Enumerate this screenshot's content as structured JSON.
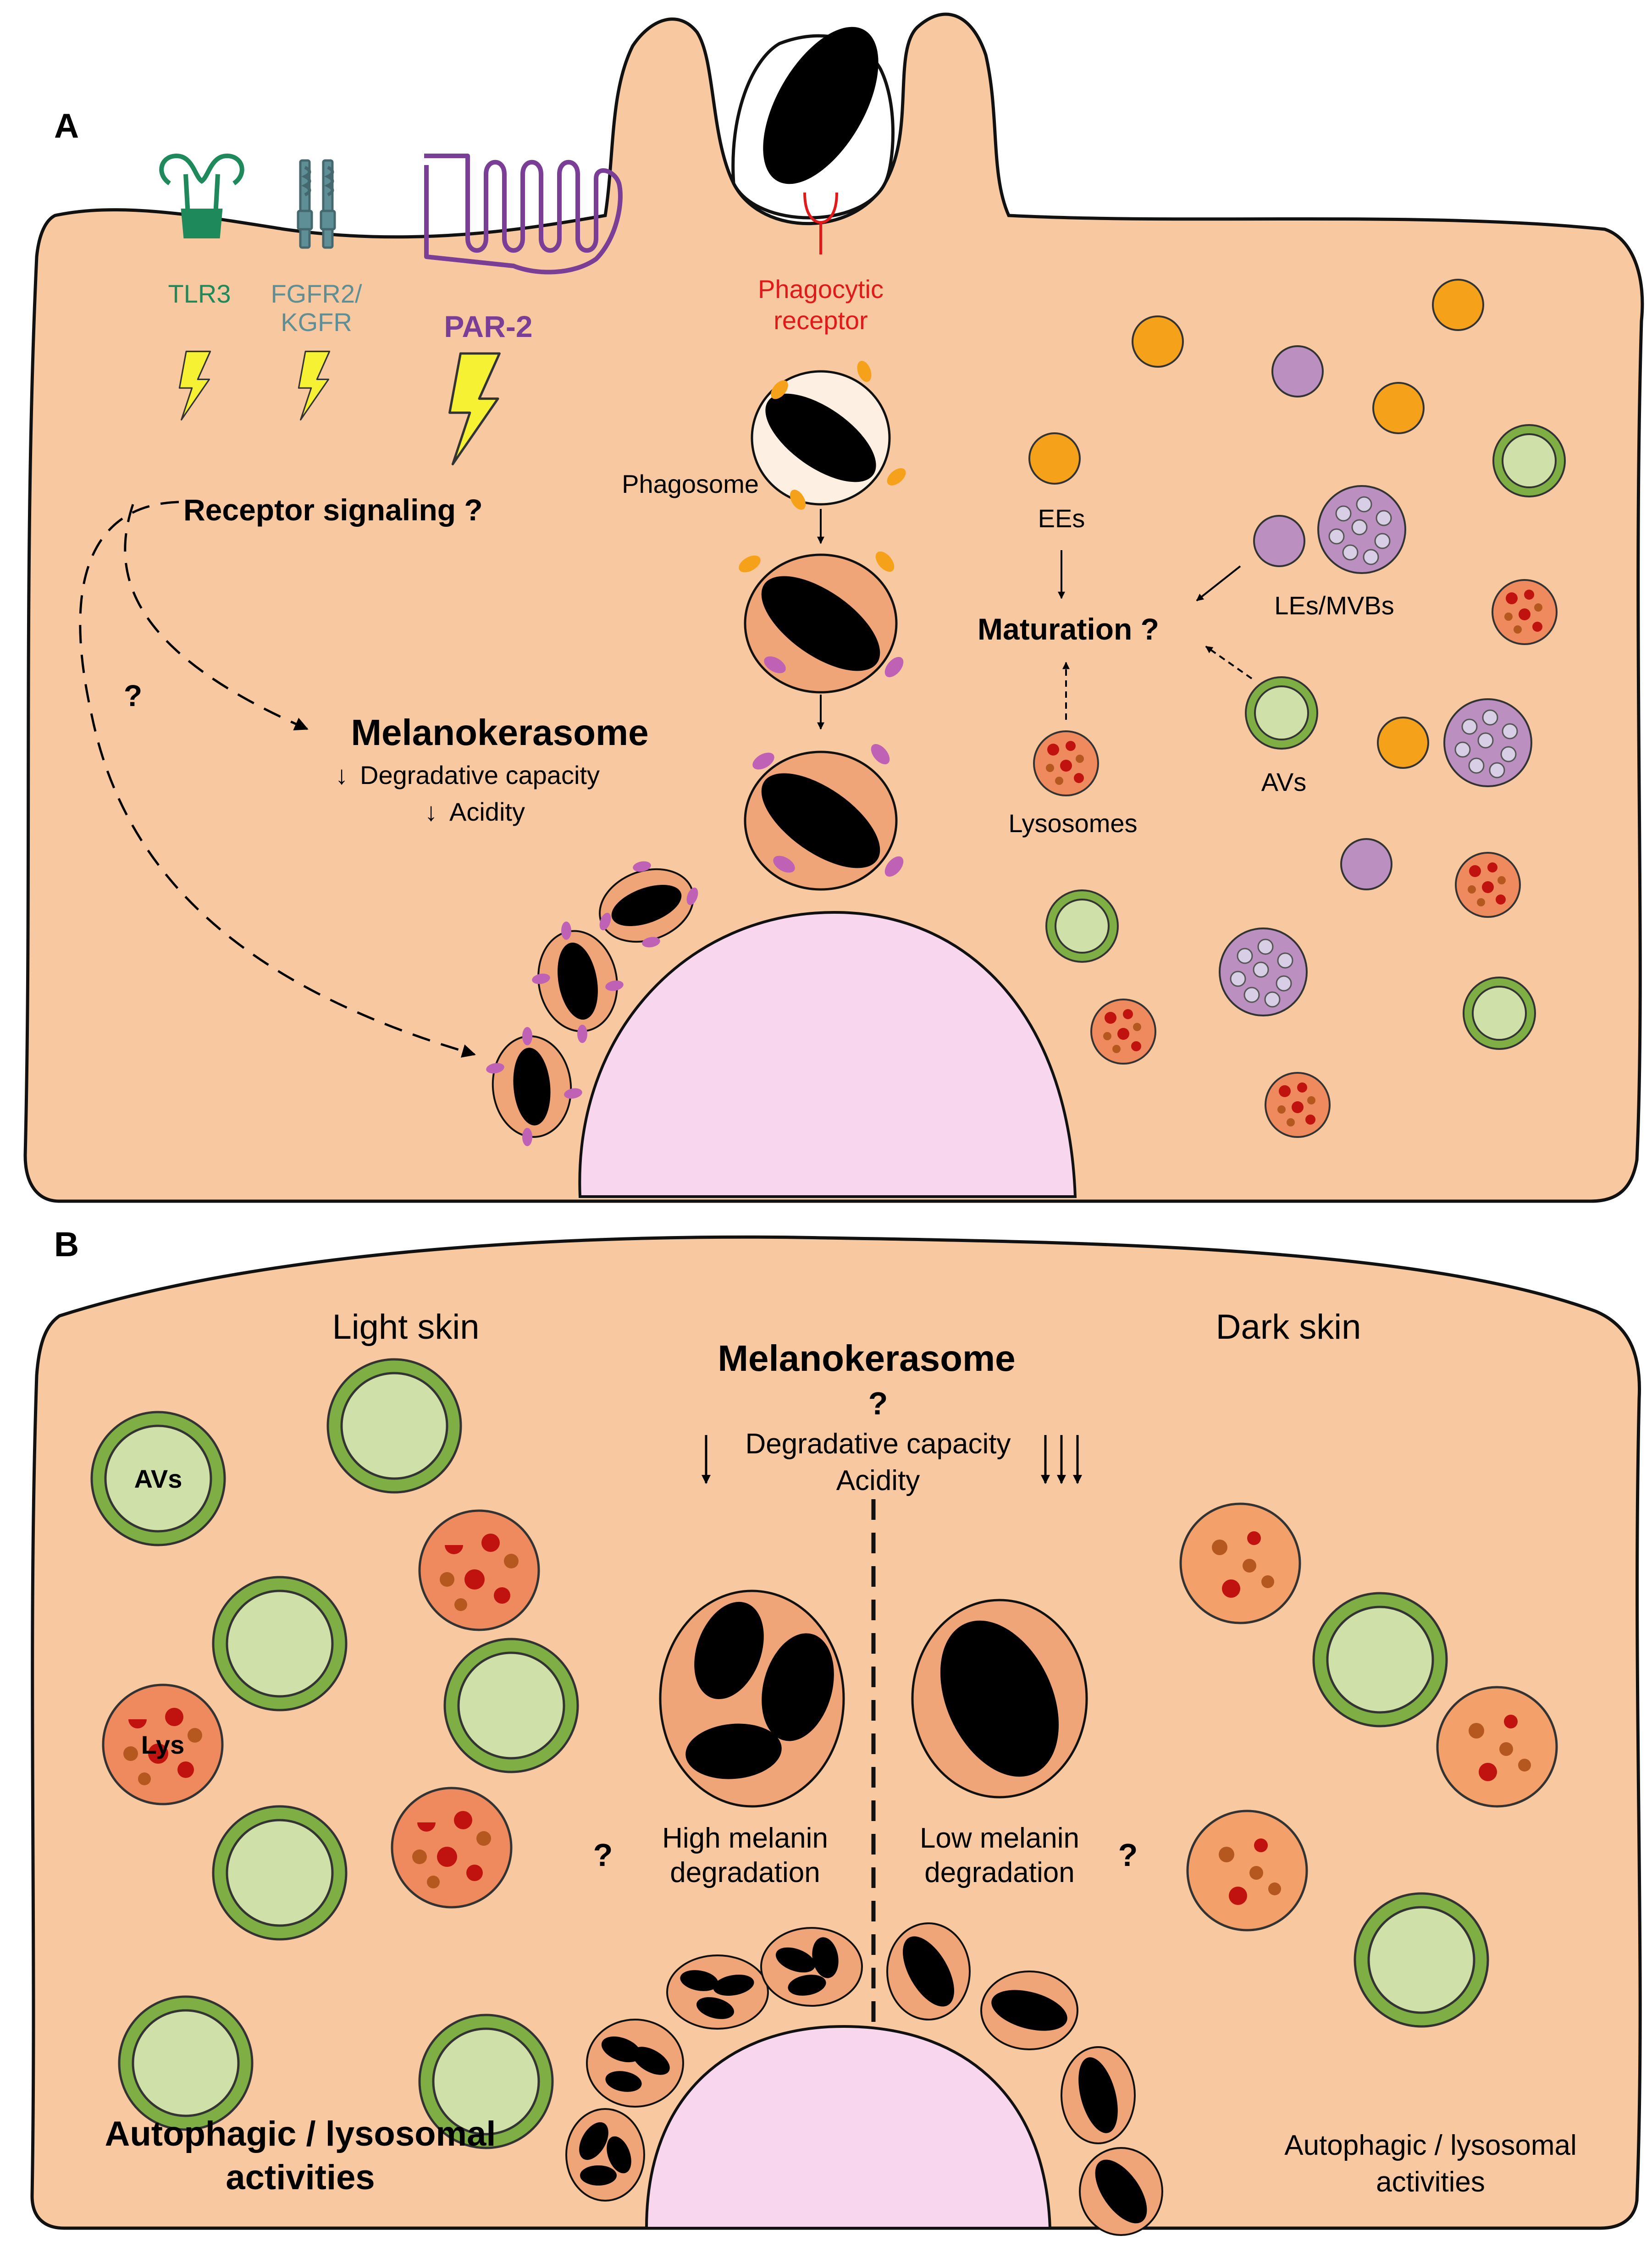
{
  "panel_a": {
    "letter": "A",
    "receptors": {
      "tlr3": "TLR3",
      "fgfr2_line1": "FGFR2/",
      "fgfr2_line2": "KGFR",
      "par2": "PAR-2"
    },
    "phagocytic_line1": "Phagocytic",
    "phagocytic_line2": "receptor",
    "phagosome": "Phagosome",
    "receptor_signaling": "Receptor signaling ?",
    "question": "?",
    "melanokerasome": "Melanokerasome",
    "degradative": "Degradative capacity",
    "acidity": "Acidity",
    "ees": "EEs",
    "les_mvbs": "LEs/MVBs",
    "maturation": "Maturation ?",
    "avs": "AVs",
    "lysosomes": "Lysosomes"
  },
  "panel_b": {
    "letter": "B",
    "light_skin": "Light skin",
    "dark_skin": "Dark skin",
    "melanokerasome": "Melanokerasome",
    "question_top": "?",
    "degradative": "Degradative capacity",
    "acidity": "Acidity",
    "avs_label": "AVs",
    "lys_label": "Lys",
    "high_line1": "High melanin",
    "high_line2": "degradation",
    "low_line1": "Low melanin",
    "low_line2": "degradation",
    "question_left": "?",
    "question_right": "?",
    "auto_left_line1": "Autophagic / lysosomal",
    "auto_left_line2": "activities",
    "auto_right_line1": "Autophagic / lysosomal",
    "auto_right_line2": "activities"
  },
  "colors": {
    "cell": "#f8c9a0",
    "nucleus": "#f8d6ee",
    "phagosome": "#efa578",
    "tlr3": "#1e8a5c",
    "fgfr": "#5f8f96",
    "par2": "#7a3e96",
    "phagocytic": "#e11919",
    "ee": "#f6a11a",
    "le": "#bb8fbf",
    "av_ring": "#7fae44",
    "av_fill": "#cfe0a8",
    "lysosome": "#ef8a5e",
    "lys_dot": "#c0130f",
    "lightning": "#f6f233"
  }
}
